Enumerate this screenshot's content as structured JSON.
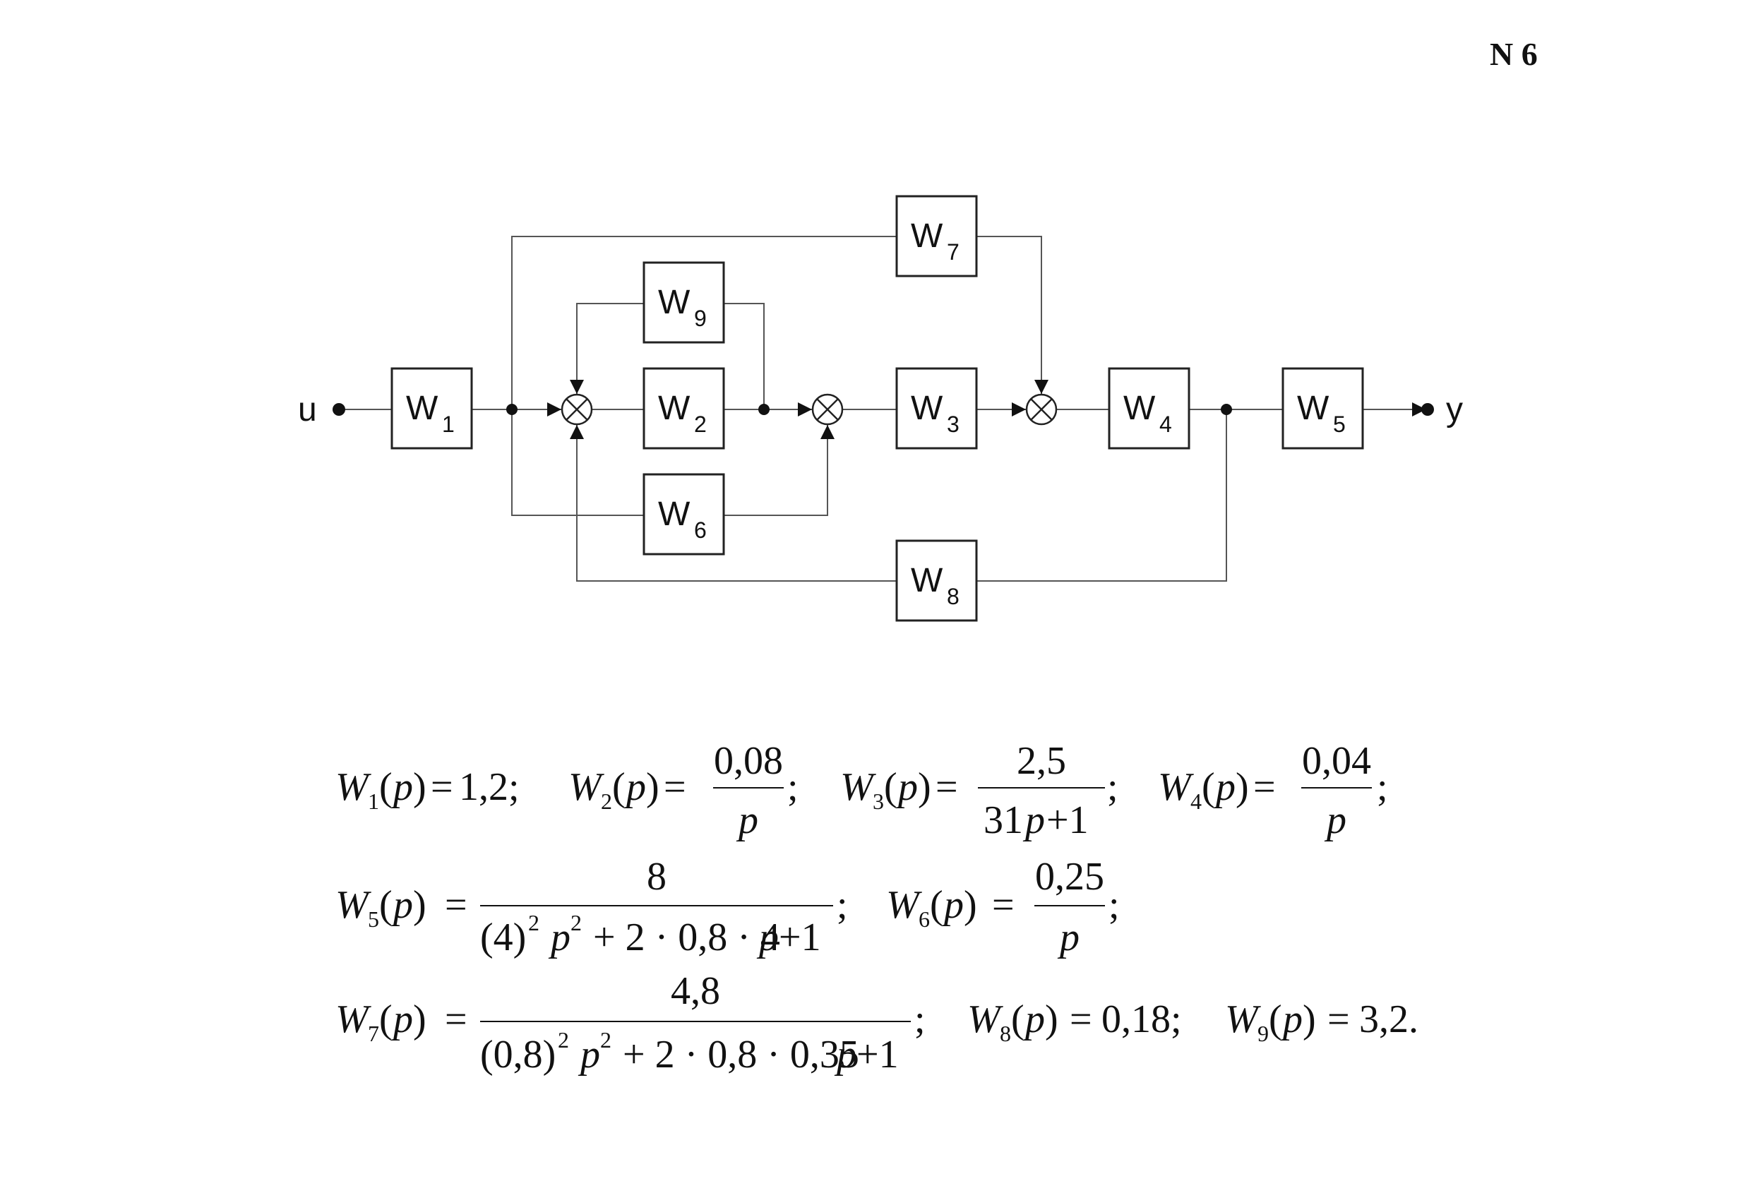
{
  "page_number": "N 6",
  "diagram": {
    "input_label": "u",
    "output_label": "y",
    "blocks": [
      {
        "name": "W",
        "sub": "1"
      },
      {
        "name": "W",
        "sub": "2"
      },
      {
        "name": "W",
        "sub": "3"
      },
      {
        "name": "W",
        "sub": "4"
      },
      {
        "name": "W",
        "sub": "5"
      },
      {
        "name": "W",
        "sub": "6"
      },
      {
        "name": "W",
        "sub": "7"
      },
      {
        "name": "W",
        "sub": "8"
      },
      {
        "name": "W",
        "sub": "9"
      }
    ]
  },
  "formulas": {
    "common": {
      "W": "W",
      "p": "p",
      "open": "(",
      "close": ")",
      "eq": "=",
      "semi": ";"
    },
    "w1": {
      "sub": "1",
      "value": "1,2;"
    },
    "w2": {
      "sub": "2",
      "num": "0,08",
      "den": "p"
    },
    "w3": {
      "sub": "3",
      "num": "2,5",
      "den_coef": "31",
      "den_p": "p",
      "den_rest": "+1"
    },
    "w4": {
      "sub": "4",
      "num": "0,04",
      "den": "p"
    },
    "w5": {
      "sub": "5",
      "num": "8",
      "den_a": "(4)",
      "sq": "2",
      "den_p": "p",
      "den_b": "+ 2 · 0,8 · 4",
      "den_p2": "p",
      "den_c": "+1"
    },
    "w6": {
      "sub": "6",
      "num": "0,25",
      "den": "p"
    },
    "w7": {
      "sub": "7",
      "num": "4,8",
      "den_a": "(0,8)",
      "sq": "2",
      "den_p": "p",
      "den_b": "+ 2 · 0,8 · 0,35",
      "den_p2": "p",
      "den_c": "+1"
    },
    "w8": {
      "sub": "8",
      "value": "0,18;"
    },
    "w9": {
      "sub": "9",
      "value": "3,2."
    }
  }
}
